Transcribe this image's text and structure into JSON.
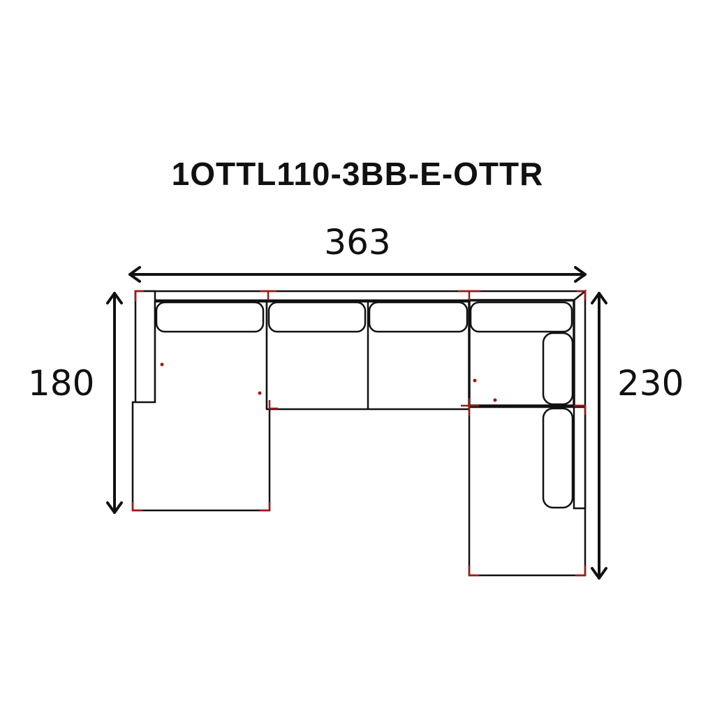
{
  "model_code": "1OTTL110-3BB-E-OTTR",
  "dimensions": {
    "width": "363",
    "depth_left": "180",
    "depth_right": "230"
  },
  "colors": {
    "outline": "#111111",
    "corner_marks": "#a01818",
    "background": "#ffffff"
  }
}
